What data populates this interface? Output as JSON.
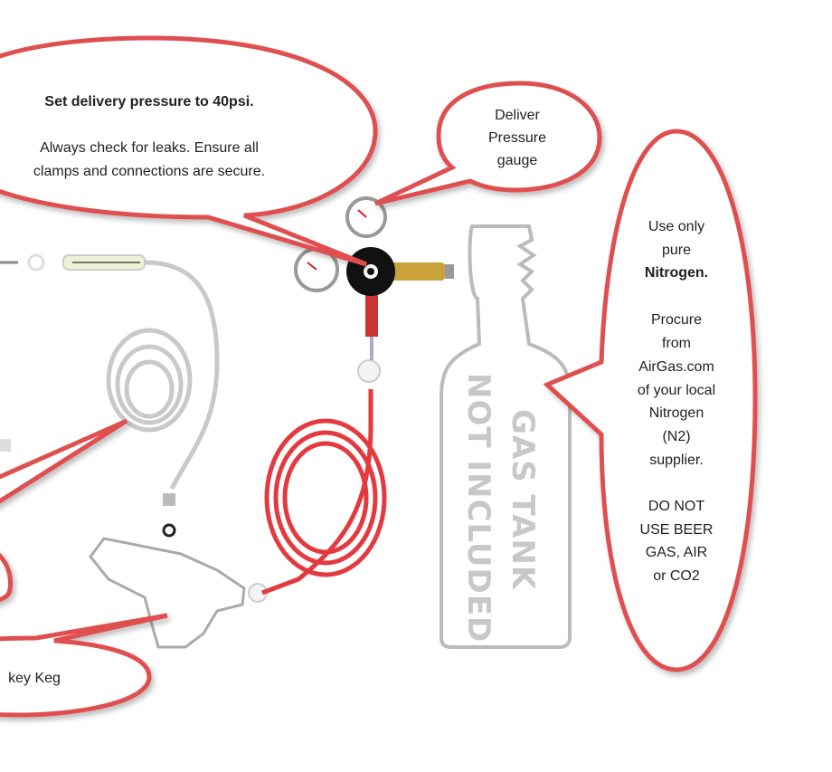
{
  "callouts": {
    "pressure": {
      "title": "Set delivery pressure to 40psi.",
      "line1": "Always check for leaks. Ensure all",
      "line2": "clamps and connections are secure."
    },
    "gauge": {
      "line1": "Deliver",
      "line2": "Pressure",
      "line3": "gauge"
    },
    "nitrogen": {
      "line1": "Use only",
      "line2": "pure",
      "line3": "Nitrogen.",
      "line4": "Procure",
      "line5": "from",
      "line6": "AirGas.com",
      "line7": "of your local",
      "line8": "Nitrogen",
      "line9": "(N2)",
      "line10": "supplier.",
      "line11": "DO NOT",
      "line12": "USE BEER",
      "line13": "GAS, AIR",
      "line14": "or CO2"
    },
    "keg": {
      "label": "key Keg"
    }
  },
  "tank": {
    "line1": "GAS TANK",
    "line2": "NOT INCLUDED"
  },
  "colors": {
    "bubble_stroke": "#e0504f",
    "hose_red": "#e43a3f",
    "line_grey": "#bdbdbd"
  }
}
